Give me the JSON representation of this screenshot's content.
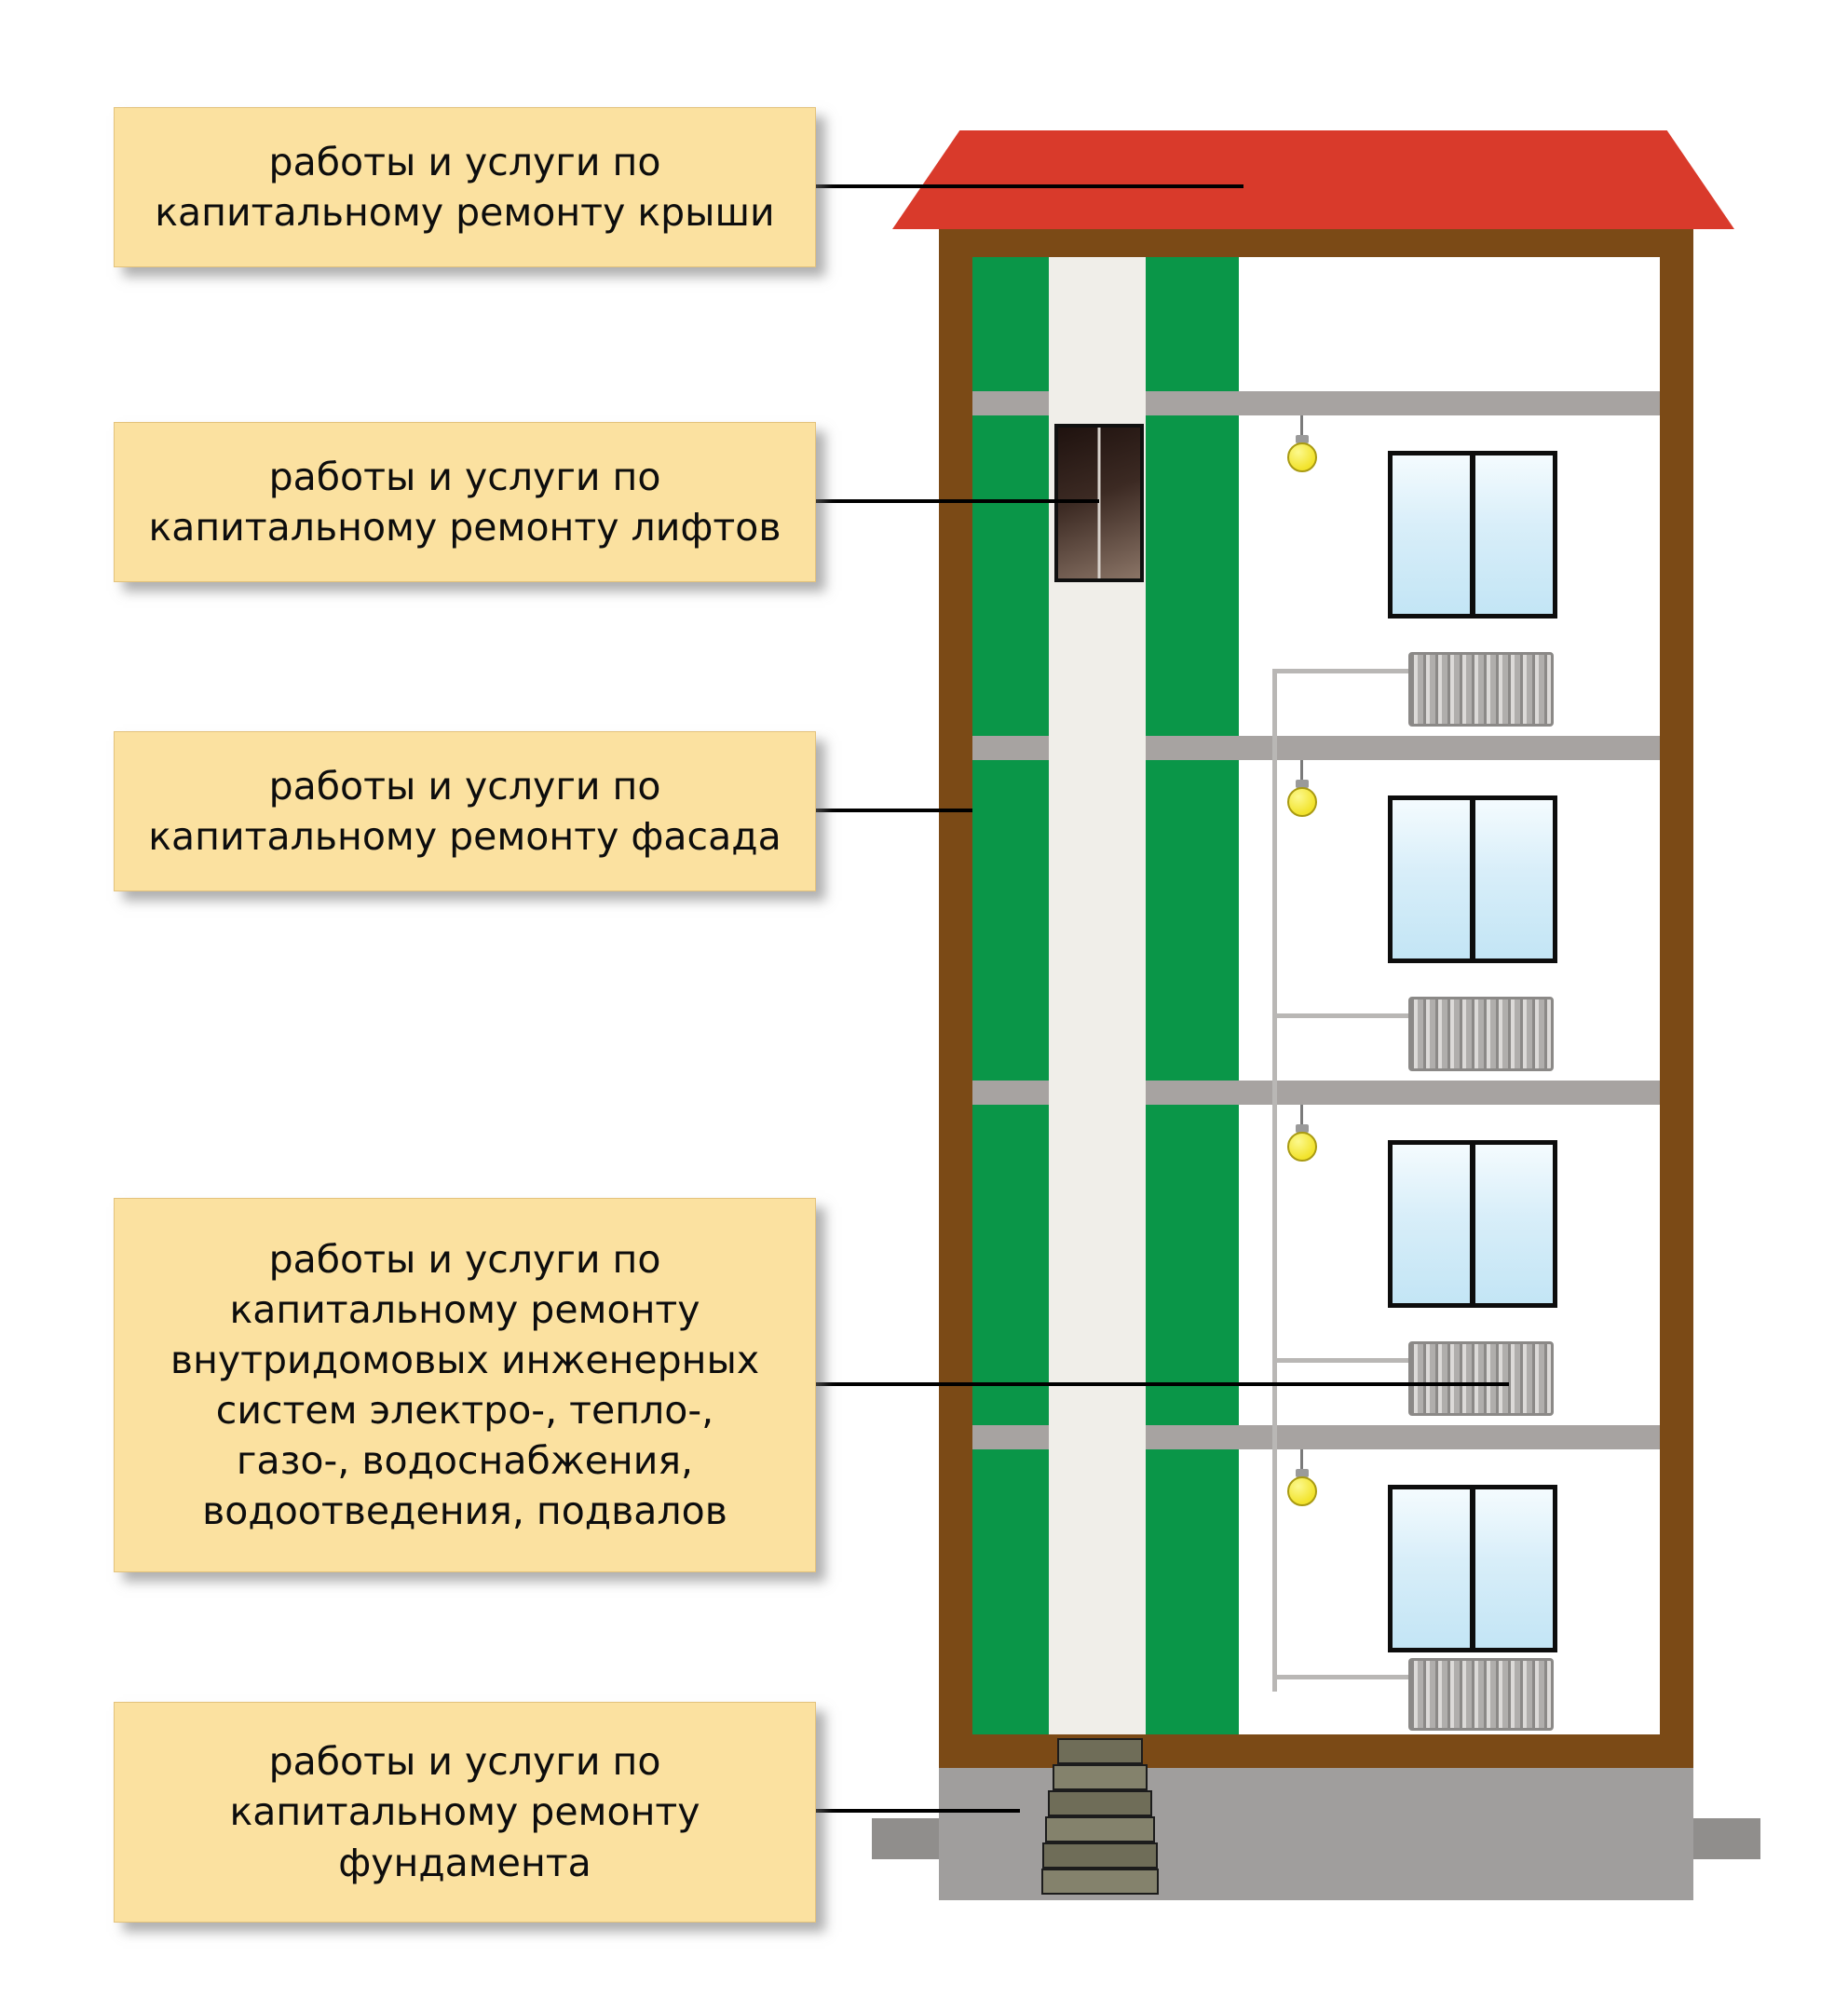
{
  "labels": [
    {
      "name": "roof-repair",
      "text": "работы и услуги по\nкапитальному ремонту крыши"
    },
    {
      "name": "elevator-repair",
      "text": "работы и услуги по\nкапитальному ремонту лифтов"
    },
    {
      "name": "facade-repair",
      "text": "работы и услуги по\nкапитальному ремонту фасада"
    },
    {
      "name": "systems-repair",
      "text": "работы и услуги по\nкапитальному ремонту\nвнутридомовых инженерных\nсистем электро-, тепло-,\nгазо-, водоснабжения,\nводоотведения, подвалов"
    },
    {
      "name": "foundation-repair",
      "text": "работы и услуги по\nкапитальному ремонту\nфундамента"
    }
  ],
  "scene": {
    "type": "building-cross-section",
    "floors": 4,
    "elements": [
      "roof",
      "outer-wall",
      "green-interior-walls",
      "elevator-shaft",
      "elevator-cabin",
      "floor-slabs",
      "windows",
      "light-bulbs",
      "radiators",
      "heating-pipes",
      "foundation",
      "basement-stairs"
    ]
  },
  "colors": {
    "label_background": "#fbe1a0",
    "roof_red": "#d93a2b",
    "wall_brown": "#7b4a16",
    "interior_green": "#0a9648",
    "elevator_shaft": "#f0eee9",
    "floor_slab": "#a7a3a1",
    "window_glass": "#c3e5f5",
    "bulb_yellow": "#f2e32c",
    "cabin_brown": "#3c2a23",
    "foundation_gray": "#a09e9d",
    "connector_black": "#000000"
  }
}
